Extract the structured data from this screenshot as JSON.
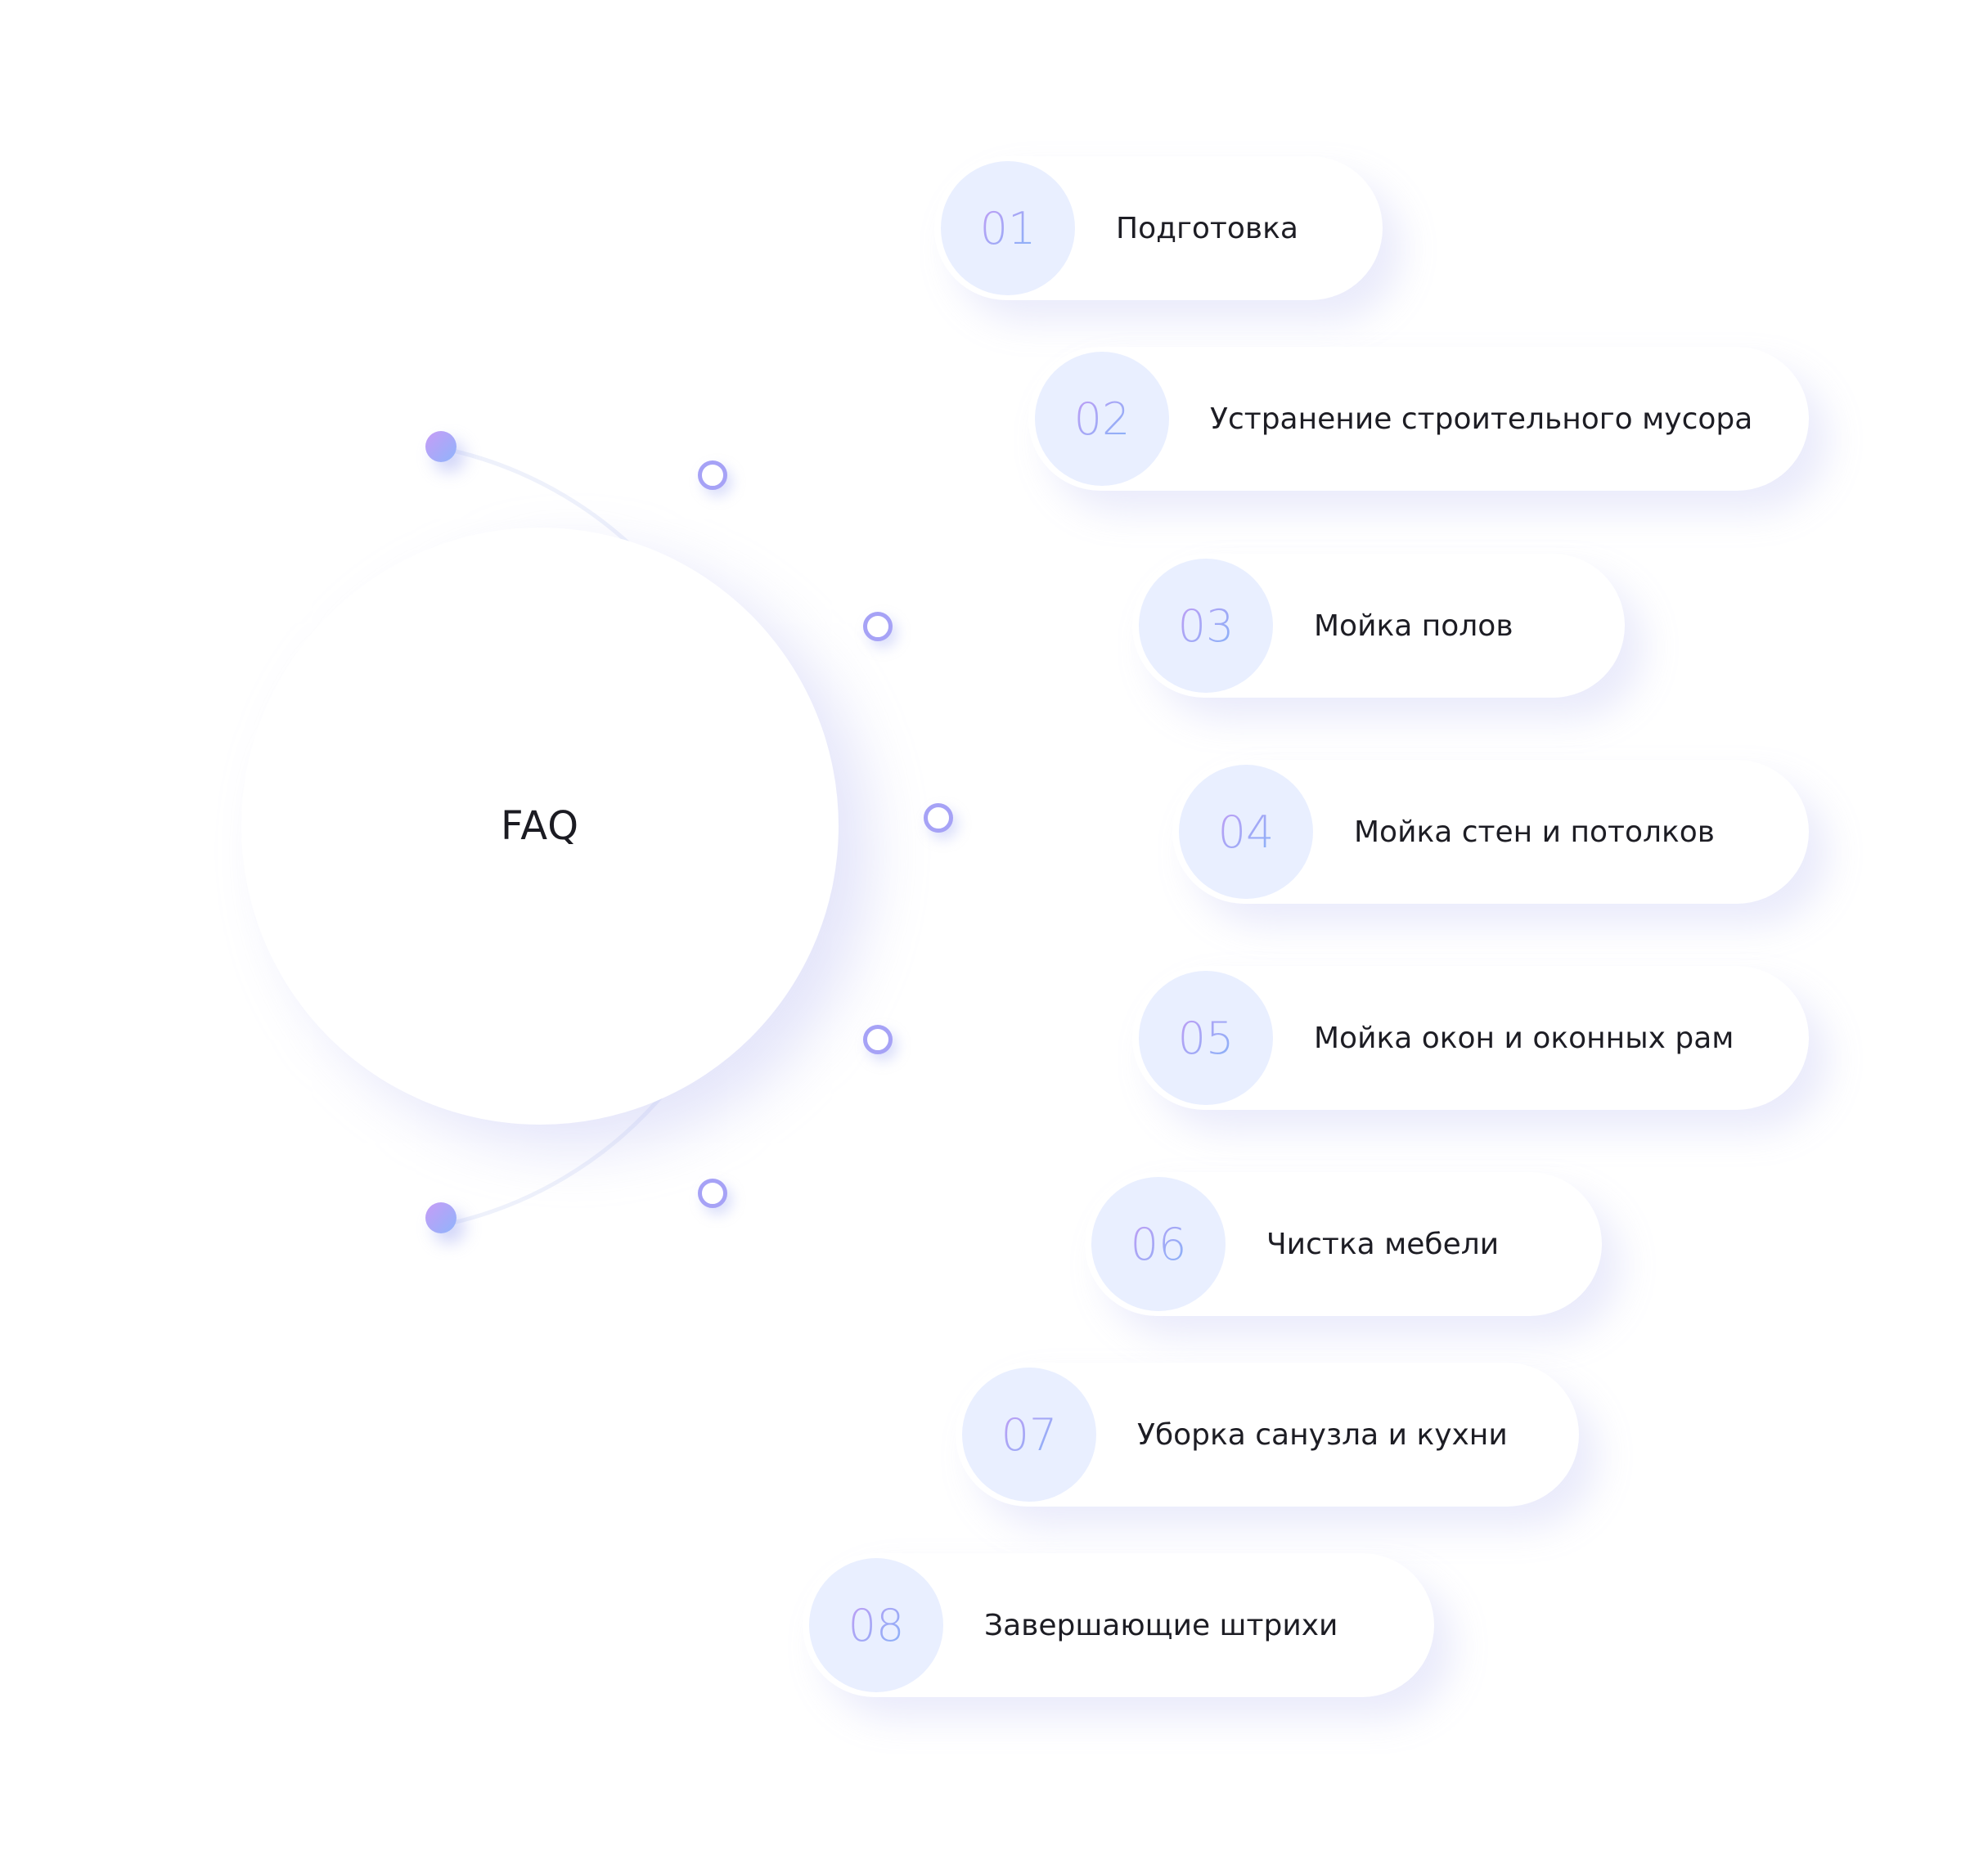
{
  "faq": {
    "title": "FAQ"
  },
  "colors": {
    "accent_purple": "#c19df4",
    "accent_blue": "#86b3f8",
    "number_bg": "#e9efff",
    "text": "#1d1d24"
  },
  "steps": [
    {
      "number": "01",
      "label": "Подготовка"
    },
    {
      "number": "02",
      "label": "Устранение строительного мусора"
    },
    {
      "number": "03",
      "label": "Мойка полов"
    },
    {
      "number": "04",
      "label": "Мойка стен и потолков"
    },
    {
      "number": "05",
      "label": "Мойка окон и оконных рам"
    },
    {
      "number": "06",
      "label": "Чистка мебели"
    },
    {
      "number": "07",
      "label": "Уборка санузла и кухни"
    },
    {
      "number": "08",
      "label": "Завершающие штрихи"
    }
  ]
}
